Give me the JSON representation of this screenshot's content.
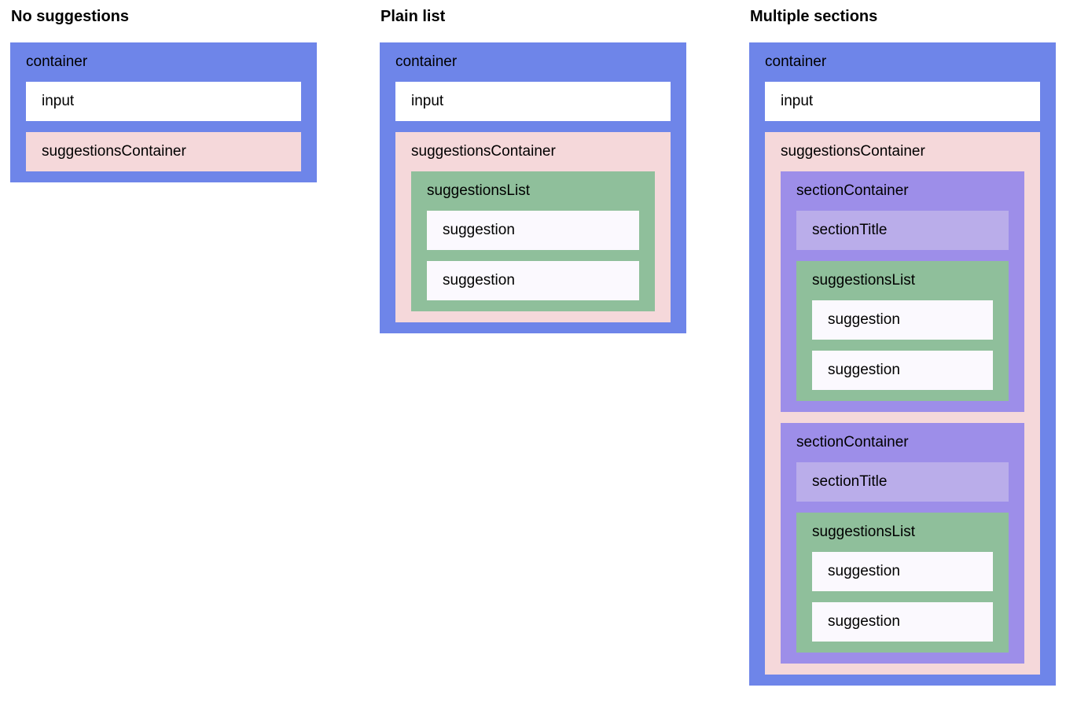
{
  "headings": {
    "no_suggestions": "No suggestions",
    "plain_list": "Plain list",
    "multiple_sections": "Multiple sections"
  },
  "labels": {
    "container": "container",
    "input": "input",
    "suggestions_container": "suggestionsContainer",
    "suggestions_list": "suggestionsList",
    "suggestion": "suggestion",
    "section_container": "sectionContainer",
    "section_title": "sectionTitle"
  },
  "colors": {
    "page_background": "#FFFFFF",
    "text": "#000000",
    "container": "#6E85E9",
    "input": "#FFFFFF",
    "suggestions_container": "#F5D8DA",
    "suggestions_list": "#8FBF9B",
    "suggestion": "#FBF9FE",
    "section_container": "#9D8EE9",
    "section_title": "#BAADEA"
  }
}
